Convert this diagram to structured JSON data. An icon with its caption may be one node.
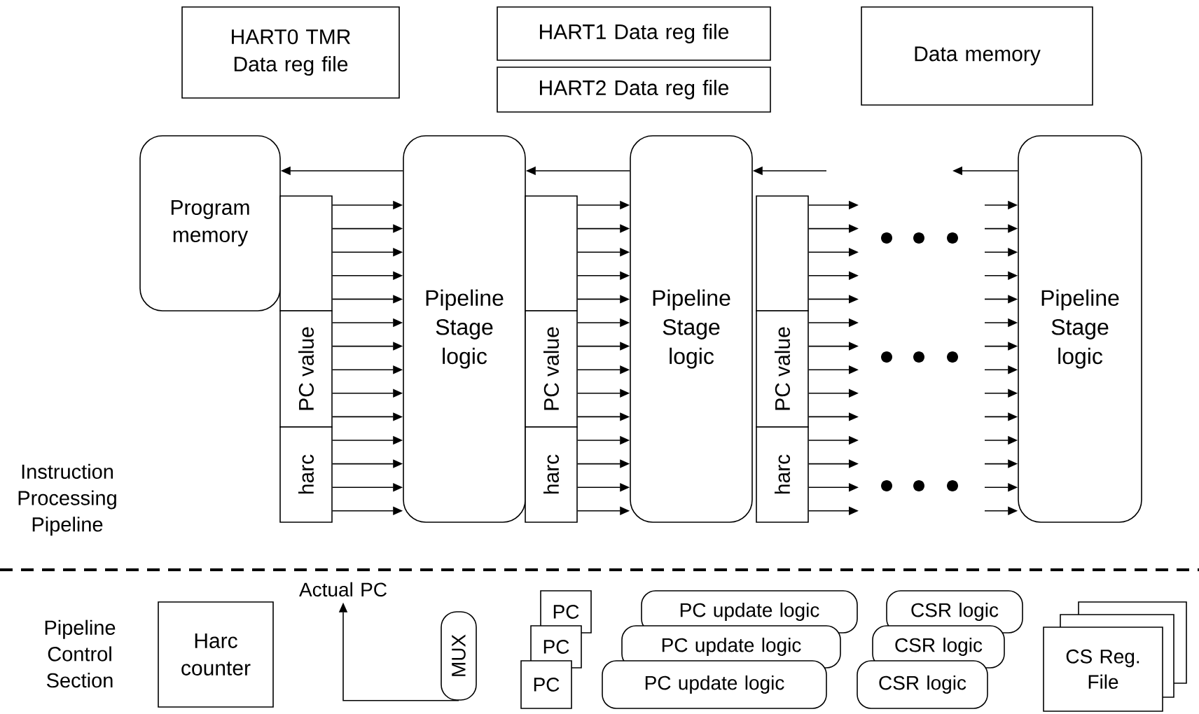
{
  "diagram": {
    "nodes": [
      {
        "text": [
          "HART0 TMR Data reg file"
        ]
      },
      {
        "text": [
          "HART1 Data reg file"
        ]
      },
      {
        "text": [
          "HART2 Data reg file"
        ]
      },
      {
        "text": [
          "Data memory"
        ]
      },
      {
        "text": [
          "Program memory"
        ]
      },
      {
        "text": [
          "Pipeline Stage logic"
        ]
      },
      {
        "text": [],
        "shape": "box"
      },
      {
        "text": [
          "PC value"
        ]
      },
      {
        "text": [
          "harc"
        ]
      },
      {
        "text": [
          "Pipeline Stage logic"
        ]
      },
      {
        "text": [],
        "shape": "box"
      },
      {
        "text": [
          "PC value"
        ]
      },
      {
        "text": [
          "harc"
        ]
      },
      {
        "text": [],
        "shape": "box"
      },
      {
        "text": [
          "PC value"
        ]
      },
      {
        "text": [
          "harc"
        ]
      },
      {
        "text": [
          "Pipeline Stage logic"
        ]
      },
      {
        "text": [
          "Harc counter"
        ]
      },
      {
        "text": [
          "Actual PC"
        ]
      },
      {
        "text": [
          "MUX"
        ]
      },
      {
        "text": [
          "PC"
        ]
      },
      {
        "text": [
          "PC"
        ]
      },
      {
        "text": [
          "PC"
        ]
      },
      {
        "text": [
          "PC update logic"
        ]
      },
      {
        "text": [
          "PC update logic"
        ]
      },
      {
        "text": [
          "PC update logic"
        ]
      },
      {
        "text": [
          "CSR logic"
        ]
      },
      {
        "text": [
          "CSR logic"
        ]
      },
      {
        "text": [
          "CSR logic"
        ]
      },
      {
        "text": [
          "CS Reg. File"
        ]
      }
    ],
    "edges": [
      {
        "from": 5,
        "to": 4,
        "arrow": "to"
      },
      {
        "from": 9,
        "to": 5,
        "arrow": "to"
      },
      {
        "from": null,
        "to": 9,
        "arrow": "to"
      },
      {
        "from": 16,
        "to": null,
        "arrow": "to"
      },
      {
        "from": 6,
        "to": 5,
        "arrow": "to"
      },
      {
        "from": 6,
        "to": 5,
        "arrow": "to"
      },
      {
        "from": 6,
        "to": 5,
        "arrow": "to"
      },
      {
        "from": 6,
        "to": 5,
        "arrow": "to"
      },
      {
        "from": 6,
        "to": 5,
        "arrow": "to"
      },
      {
        "from": 7,
        "to": 5,
        "arrow": "to"
      },
      {
        "from": 7,
        "to": 5,
        "arrow": "to"
      },
      {
        "from": 7,
        "to": 5,
        "arrow": "to"
      },
      {
        "from": 7,
        "to": 5,
        "arrow": "to"
      },
      {
        "from": 7,
        "to": 5,
        "arrow": "to"
      },
      {
        "from": 8,
        "to": 5,
        "arrow": "to"
      },
      {
        "from": 8,
        "to": 5,
        "arrow": "to"
      },
      {
        "from": 8,
        "to": 5,
        "arrow": "to"
      },
      {
        "from": 8,
        "to": 5,
        "arrow": "to"
      },
      {
        "from": 10,
        "to": 9,
        "arrow": "to"
      },
      {
        "from": 10,
        "to": 9,
        "arrow": "to"
      },
      {
        "from": 10,
        "to": 9,
        "arrow": "to"
      },
      {
        "from": 10,
        "to": 9,
        "arrow": "to"
      },
      {
        "from": 10,
        "to": 9,
        "arrow": "to"
      },
      {
        "from": 11,
        "to": 9,
        "arrow": "to"
      },
      {
        "from": 11,
        "to": 9,
        "arrow": "to"
      },
      {
        "from": 11,
        "to": 9,
        "arrow": "to"
      },
      {
        "from": 11,
        "to": 9,
        "arrow": "to"
      },
      {
        "from": 11,
        "to": 9,
        "arrow": "to"
      },
      {
        "from": 12,
        "to": 9,
        "arrow": "to"
      },
      {
        "from": 12,
        "to": 9,
        "arrow": "to"
      },
      {
        "from": 12,
        "to": 9,
        "arrow": "to"
      },
      {
        "from": 12,
        "to": 9,
        "arrow": "to"
      },
      {
        "from": 13,
        "to": null,
        "arrow": "to"
      },
      {
        "from": 13,
        "to": null,
        "arrow": "to"
      },
      {
        "from": 13,
        "to": null,
        "arrow": "to"
      },
      {
        "from": 13,
        "to": null,
        "arrow": "to"
      },
      {
        "from": 13,
        "to": null,
        "arrow": "to"
      },
      {
        "from": 14,
        "to": null,
        "arrow": "to"
      },
      {
        "from": 14,
        "to": null,
        "arrow": "to"
      },
      {
        "from": 14,
        "to": null,
        "arrow": "to"
      },
      {
        "from": 14,
        "to": null,
        "arrow": "to"
      },
      {
        "from": 14,
        "to": null,
        "arrow": "to"
      },
      {
        "from": 15,
        "to": null,
        "arrow": "to"
      },
      {
        "from": 15,
        "to": null,
        "arrow": "to"
      },
      {
        "from": 15,
        "to": null,
        "arrow": "to"
      },
      {
        "from": 15,
        "to": null,
        "arrow": "to"
      },
      {
        "from": null,
        "to": 16,
        "arrow": "to"
      },
      {
        "from": null,
        "to": 16,
        "arrow": "to"
      },
      {
        "from": null,
        "to": 16,
        "arrow": "to"
      },
      {
        "from": null,
        "to": 16,
        "arrow": "to"
      },
      {
        "from": null,
        "to": 16,
        "arrow": "to"
      },
      {
        "from": null,
        "to": 16,
        "arrow": "to"
      },
      {
        "from": null,
        "to": 16,
        "arrow": "to"
      },
      {
        "from": null,
        "to": 16,
        "arrow": "to"
      },
      {
        "from": null,
        "to": 16,
        "arrow": "to"
      },
      {
        "from": null,
        "to": 16,
        "arrow": "to"
      },
      {
        "from": null,
        "to": 16,
        "arrow": "to"
      },
      {
        "from": null,
        "to": 16,
        "arrow": "to"
      },
      {
        "from": null,
        "to": 16,
        "arrow": "to"
      },
      {
        "from": null,
        "to": 16,
        "arrow": "to"
      },
      {
        "from": 19,
        "to": 18,
        "arrow": "to"
      }
    ],
    "labels": [
      "Instruction Processing Pipeline",
      "Pipeline Control Section"
    ]
  }
}
